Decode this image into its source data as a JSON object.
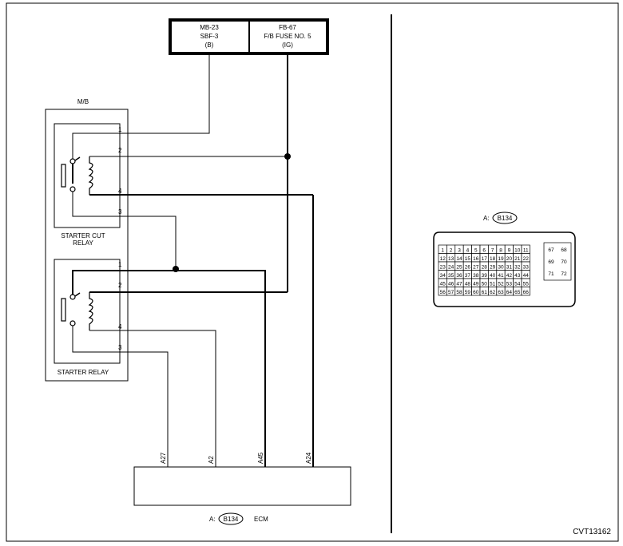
{
  "fuse_box": {
    "left": {
      "line1": "MB-23",
      "line2": "SBF-3",
      "line3": "(B)"
    },
    "right": {
      "line1": "FB-67",
      "line2": "F/B FUSE NO. 5",
      "line3": "(IG)"
    }
  },
  "mb_label": "M/B",
  "starter_cut_relay": {
    "name_line1": "STARTER CUT",
    "name_line2": "RELAY",
    "pins": [
      "1",
      "2",
      "4",
      "3"
    ]
  },
  "starter_relay": {
    "name": "STARTER RELAY",
    "pins": [
      "1",
      "2",
      "4",
      "3"
    ]
  },
  "ecm": {
    "name": "ECM",
    "prefix": "A:",
    "connector": "B134",
    "terminals": [
      "A27",
      "A2",
      "A45",
      "A24"
    ]
  },
  "connector_view": {
    "prefix": "A:",
    "connector": "B134",
    "main_rows": [
      [
        "1",
        "2",
        "3",
        "4",
        "5",
        "6",
        "7",
        "8",
        "9",
        "10",
        "11"
      ],
      [
        "12",
        "13",
        "14",
        "15",
        "16",
        "17",
        "18",
        "19",
        "20",
        "21",
        "22"
      ],
      [
        "23",
        "24",
        "25",
        "26",
        "27",
        "28",
        "29",
        "30",
        "31",
        "32",
        "33"
      ],
      [
        "34",
        "35",
        "36",
        "37",
        "38",
        "39",
        "40",
        "41",
        "42",
        "43",
        "44"
      ],
      [
        "45",
        "46",
        "47",
        "48",
        "49",
        "50",
        "51",
        "52",
        "53",
        "54",
        "55"
      ],
      [
        "56",
        "57",
        "58",
        "59",
        "60",
        "61",
        "62",
        "63",
        "64",
        "65",
        "66"
      ]
    ],
    "side_rows": [
      [
        "67",
        "68"
      ],
      [
        "69",
        "70"
      ],
      [
        "71",
        "72"
      ]
    ]
  },
  "figure_id": "CVT13162"
}
